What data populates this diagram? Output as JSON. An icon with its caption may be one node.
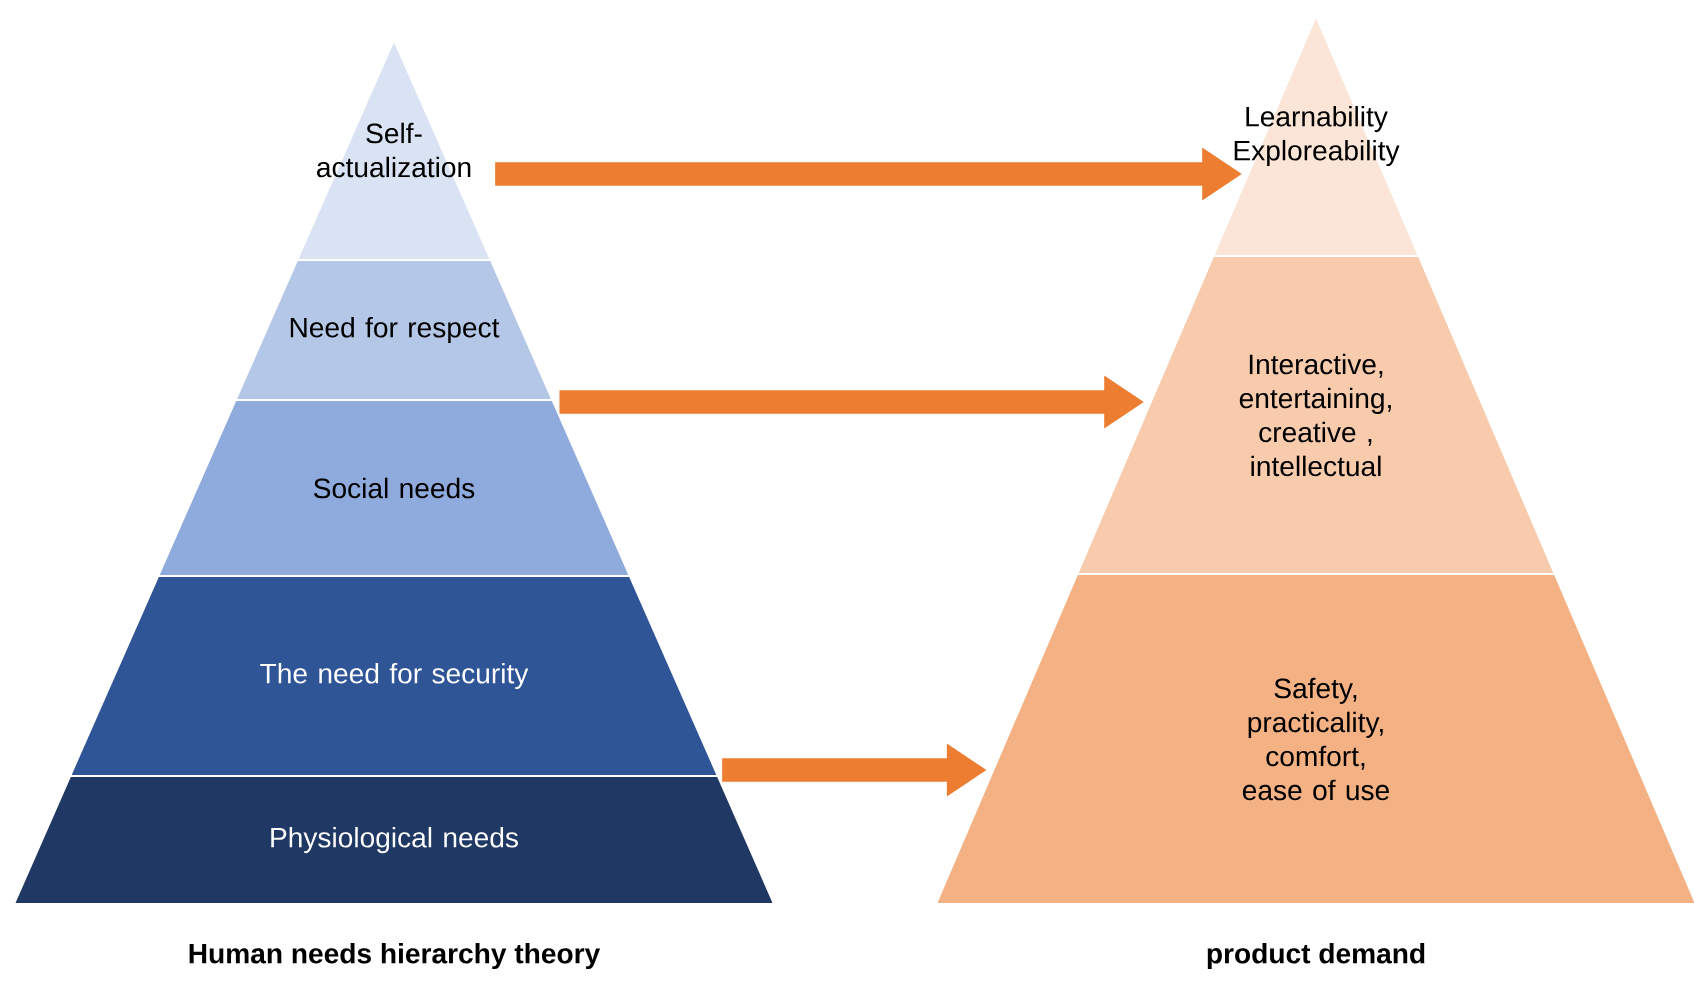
{
  "diagram": {
    "nodes": [
      {
        "text": [
          "Self-actualization"
        ]
      },
      {
        "text": [
          "Need for respect"
        ]
      },
      {
        "text": [
          "Social needs"
        ]
      },
      {
        "text": [
          "The need for security"
        ]
      },
      {
        "text": [
          "Physiological needs"
        ]
      },
      {
        "text": [
          "Learnability Exploreability"
        ]
      },
      {
        "text": [
          "Interactive, entertaining, creative , intellectual"
        ]
      },
      {
        "text": [
          "Safety, practicality, comfort, ease of use"
        ]
      }
    ],
    "edges": [
      {
        "from": 0,
        "to": 5,
        "arrow": "to"
      },
      {
        "from": 1,
        "to": 6,
        "arrow": "to"
      },
      {
        "from": 3,
        "to": 7,
        "arrow": "to"
      }
    ],
    "labels": [
      "Human needs hierarchy theory",
      "product demand"
    ]
  }
}
